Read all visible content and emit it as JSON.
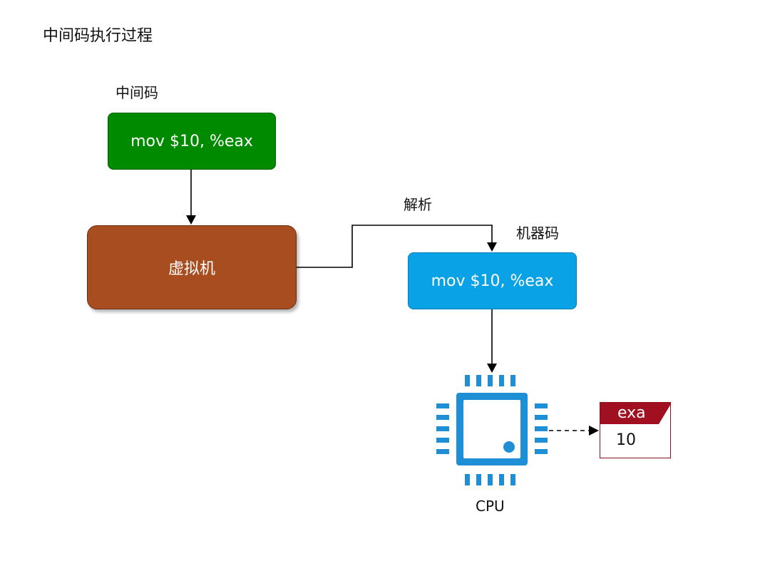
{
  "title": "中间码执行过程",
  "intermediate": {
    "label": "中间码",
    "code": "mov $10, %eax"
  },
  "vm": {
    "label": "虚拟机"
  },
  "parse": {
    "label": "解析"
  },
  "machine": {
    "label": "机器码",
    "code": "mov $10, %eax"
  },
  "cpu": {
    "label": "CPU",
    "icon": "cpu-chip-icon"
  },
  "register": {
    "name": "exa",
    "value": "10"
  },
  "colors": {
    "intermediate_box": "#008a00",
    "vm_box": "#a84d20",
    "machine_box": "#0aa2e6",
    "cpu_icon": "#1e8fd4",
    "register": "#a01020"
  }
}
